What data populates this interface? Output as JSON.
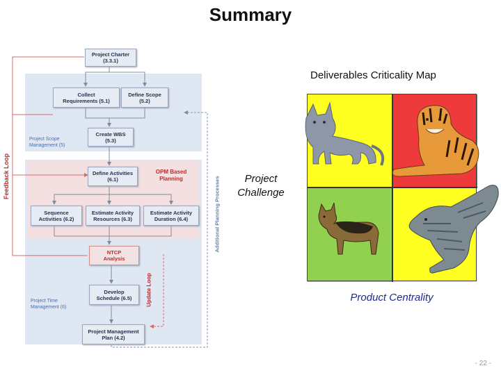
{
  "slide": {
    "title": "Summary",
    "page_number": "- 22 -"
  },
  "flowchart": {
    "boxes": {
      "project_charter": [
        "Project Charter",
        "(3.3.1)"
      ],
      "collect_requirements": [
        "Collect",
        "Requirements (5.1)"
      ],
      "define_scope": [
        "Define Scope",
        "(5.2)"
      ],
      "create_wbs": [
        "Create WBS",
        "(5.3)"
      ],
      "define_activities": [
        "Define Activities",
        "(6.1)"
      ],
      "sequence_activities": [
        "Sequence",
        "Activities (6.2)"
      ],
      "estimate_resources": [
        "Estimate Activity",
        "Resources (6.3)"
      ],
      "estimate_duration": [
        "Estimate Activity",
        "Duration (6.4)"
      ],
      "ntcp_analysis": [
        "NTCP",
        "Analysis"
      ],
      "develop_schedule": [
        "Develop",
        "Schedule (6.5)"
      ],
      "pm_plan": [
        "Project Management",
        "Plan (4.2)"
      ]
    },
    "regions": {
      "scope": [
        "Project Scope",
        "Management (5)"
      ],
      "opm": [
        "OPM Based",
        "Planning"
      ],
      "time": [
        "Project Time",
        "Management (6)"
      ]
    },
    "loops": {
      "feedback": "Feedback  Loop",
      "update": "Update  Loop",
      "additional": "Additional Planning Processes"
    }
  },
  "criticality_map": {
    "title": "Deliverables Criticality Map",
    "y_axis": [
      "Project",
      "Challenge"
    ],
    "x_axis": "Product Centrality",
    "quadrants": [
      {
        "position": "top-left",
        "color": "#ffff22",
        "animal": "cat"
      },
      {
        "position": "top-right",
        "color": "#ee3a3a",
        "animal": "tiger"
      },
      {
        "position": "bottom-left",
        "color": "#92d050",
        "animal": "small dog"
      },
      {
        "position": "bottom-right",
        "color": "#ffff22",
        "animal": "crocodile"
      }
    ]
  }
}
